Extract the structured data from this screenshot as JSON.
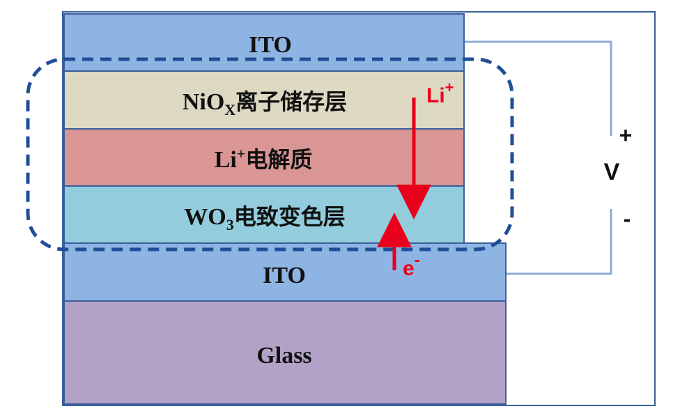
{
  "layers": {
    "ito_top": {
      "label": "ITO"
    },
    "nio": {
      "label_main": "NiO",
      "label_sub": "X",
      "label_rest": "离子储存层"
    },
    "electrolyte": {
      "label_main": "Li",
      "label_sup": "+",
      "label_rest": "电解质"
    },
    "wo3": {
      "label_main": "WO",
      "label_sub": "3",
      "label_rest": "电致变色层"
    },
    "ito_bottom": {
      "label": "ITO"
    },
    "glass": {
      "label": "Glass"
    }
  },
  "circuit": {
    "voltage_label": "V",
    "plus_label": "+",
    "minus_label": "-"
  },
  "charges": {
    "lithium": {
      "main": "Li",
      "sup": "+"
    },
    "electron": {
      "main": "e",
      "sup": "-"
    }
  },
  "colors": {
    "ito": "#8EB4E3",
    "nio": "#DDD9C3",
    "electrolyte": "#D99694",
    "wo3": "#93CDDD",
    "glass": "#B3A2C7",
    "layer_border": "#3A5F9A",
    "dashed_outline": "#1F4E96",
    "arrow": "#E8001C",
    "circuit_wire": "#8EA9D8",
    "frame": "#3A5F9A"
  }
}
